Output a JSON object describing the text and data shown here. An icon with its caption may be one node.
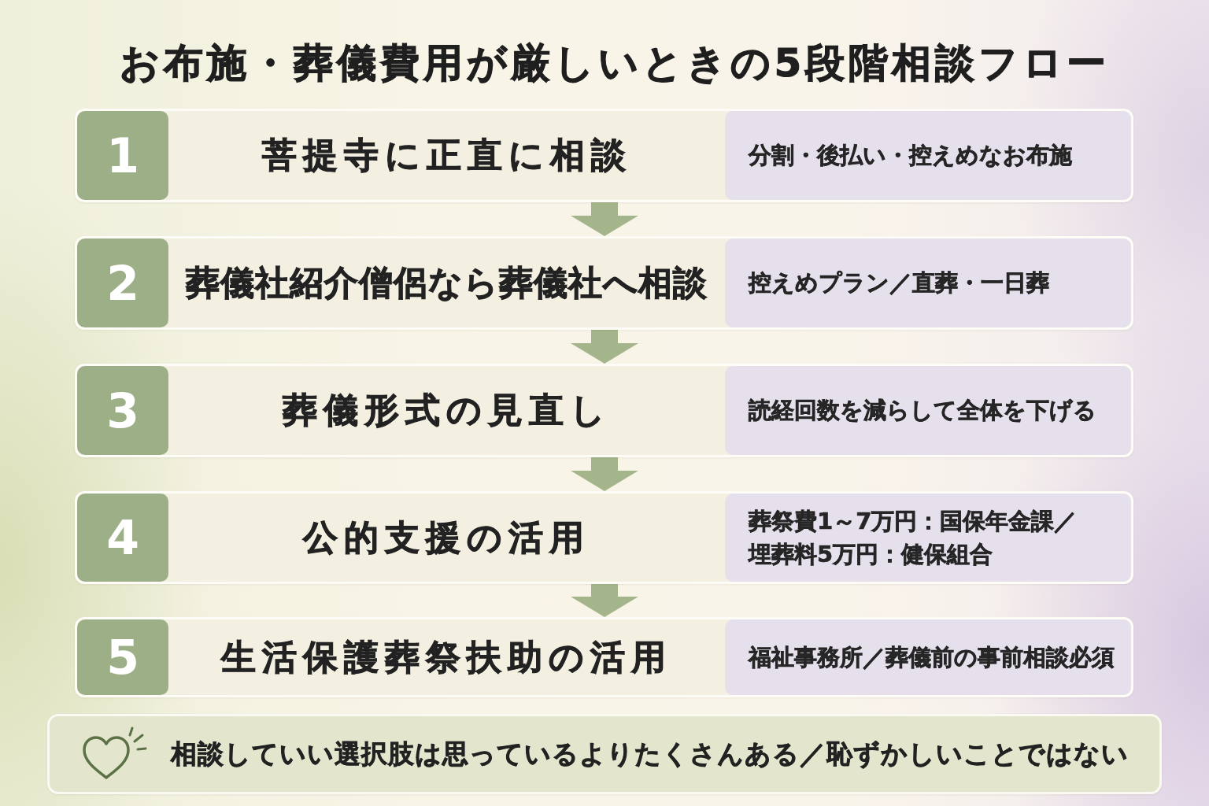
{
  "diagram": {
    "title": "お布施・葬儀費用が厳しいときの5段階相談フロー",
    "nodes": [
      {
        "text": [
          "菩提寺に正直に相談"
        ]
      },
      {
        "text": [
          "1"
        ],
        "in": 0
      },
      {
        "text": [
          "分割・後払い・控えめなお布施"
        ],
        "in": 0
      },
      {
        "text": [
          "葬儀社紹介僧侶なら葬儀社へ相談"
        ]
      },
      {
        "text": [
          "2"
        ],
        "in": 3
      },
      {
        "text": [
          "控えめプラン／直葬・一日葬"
        ],
        "in": 3
      },
      {
        "text": [
          "葬儀形式の見直し"
        ]
      },
      {
        "text": [
          "3"
        ],
        "in": 6
      },
      {
        "text": [
          "読経回数を減らして全体を下げる"
        ],
        "in": 6
      },
      {
        "text": [
          "公的支援の活用"
        ]
      },
      {
        "text": [
          "4"
        ],
        "in": 9
      },
      {
        "text": [
          "葬祭費1～7万円：国保年金課／埋葬料5万円：健保組合"
        ],
        "in": 9
      },
      {
        "text": [
          "生活保護葬祭扶助の活用"
        ]
      },
      {
        "text": [
          "5"
        ],
        "in": 12
      },
      {
        "text": [
          "福祉事務所／葬儀前の事前相談必須"
        ],
        "in": 12
      },
      {
        "text": [
          "相談していい選択肢は思っているよりたくさんある／恥ずかしいことではない"
        ]
      }
    ],
    "edges": [
      {
        "from": 0,
        "to": 3,
        "arrow": "to"
      },
      {
        "from": 3,
        "to": 6,
        "arrow": "to"
      },
      {
        "from": 6,
        "to": 9,
        "arrow": "to"
      },
      {
        "from": 9,
        "to": 12,
        "arrow": "to"
      }
    ]
  }
}
